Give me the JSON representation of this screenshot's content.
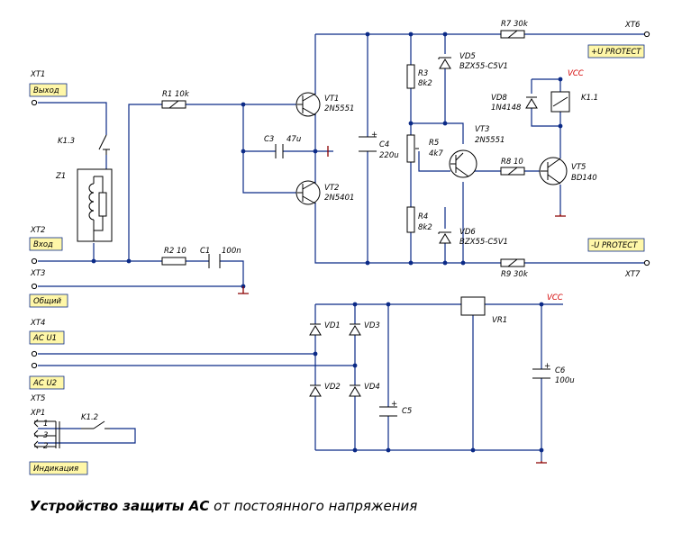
{
  "caption": {
    "bold": "Устройство защиты АС",
    "rest": "от постоянного напряжения"
  },
  "connectors": {
    "xt1": "XT1",
    "xt1_label": "Выход",
    "xt2": "XT2",
    "xt2_label": "Вход",
    "xt3": "XT3",
    "xt3_label": "Общий",
    "xt4": "XT4",
    "xt4_label": "AC U1",
    "xt5": "XT5",
    "xt5_label": "AC U2",
    "xp1": "XP1",
    "xp1_label": "Индикация",
    "xp1_pin1": "1",
    "xp1_pin3": "3",
    "xp1_pin2": "2",
    "xt6": "XT6",
    "xt6_label": "+U PROTECT",
    "xt7": "XT7",
    "xt7_label": "-U PROTECT"
  },
  "parts": {
    "k13": "K1.3",
    "z1": "Z1",
    "k12": "K1.2",
    "k11": "K1.1",
    "r1": "R1  10k",
    "r2": "R2  10",
    "c1": "C1",
    "c1_val": "100n",
    "c3": "C3",
    "c3_val": "47u",
    "vt1": "VT1",
    "vt1_type": "2N5551",
    "vt2": "VT2",
    "vt2_type": "2N5401",
    "c4": "C4",
    "c4_val": "220u",
    "r3": "R3",
    "r3_val": "8k2",
    "r5": "R5",
    "r5_val": "4k7",
    "r4": "R4",
    "r4_val": "8k2",
    "vd5": "VD5",
    "vd5_type": "BZX55-C5V1",
    "vd6": "VD6",
    "vd6_type": "BZX55-C5V1",
    "vt3": "VT3",
    "vt3_type": "2N5551",
    "r7": "R7  30k",
    "r8": "R8  10",
    "r9": "R9  30k",
    "vd8": "VD8",
    "vd8_type": "1N4148",
    "vt5": "VT5",
    "vt5_type": "BD140",
    "vcc": "VCC",
    "vd1": "VD1",
    "vd2": "VD2",
    "vd3": "VD3",
    "vd4": "VD4",
    "c5": "C5",
    "vr1": "VR1",
    "c6": "C6",
    "c6_val": "100u"
  },
  "colors": {
    "wire": "#0b2a87",
    "label_fill": "#fff7a8",
    "vcc": "#d40000",
    "ground": "#8b0000"
  }
}
